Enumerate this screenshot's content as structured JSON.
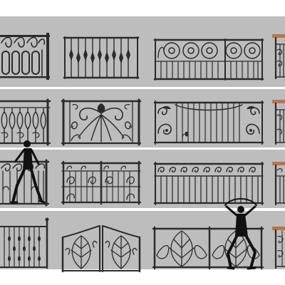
{
  "sheet": {
    "background": "#ffffff",
    "band_color": "#bdbdbd",
    "ink_color": "#2b2b2b",
    "wood_color": "#b8754a"
  },
  "rows": [
    {
      "row": 1,
      "panels": [
        "scroll-ring-railing",
        "spear-bar-railing",
        "circle-scroll-railing",
        "wood-cap-railing-cropped"
      ]
    },
    {
      "row": 2,
      "panels": [
        "baluster-railing",
        "acanthus-scroll-railing",
        "bird-scroll-railing",
        "wood-cap-railing-cropped"
      ]
    },
    {
      "row": 3,
      "panels": [
        "scroll-top-railing-with-figure",
        "grid-scroll-railing",
        "scroll-frieze-railing",
        "wood-cap-railing-cropped"
      ]
    },
    {
      "row": 4,
      "panels": [
        "teardrop-bar-railing",
        "leaf-double-gate",
        "leaf-panel-railing-with-figure",
        "wood-cap-railing-cropped"
      ]
    }
  ]
}
